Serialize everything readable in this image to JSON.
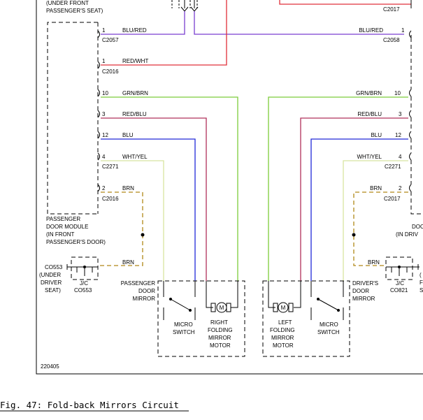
{
  "title_frag": [
    "(UNDER FRONT",
    "PASSENGER'S SEAT)"
  ],
  "left": {
    "connectors": {
      "c2057": "C2057",
      "c2016a": "C2016",
      "c2271": "C2271",
      "c2016b": "C2016"
    },
    "pins": [
      "1",
      "1",
      "10",
      "3",
      "12",
      "4",
      "2"
    ],
    "wires": [
      "BLU/RED",
      "RED/WHT",
      "GRN/BRN",
      "RED/BLU",
      "BLU",
      "WHT/YEL",
      "BRN"
    ],
    "module": [
      "PASSENGER",
      "DOOR MODULE",
      "(IN FRONT",
      "PASSENGER'S DOOR)"
    ],
    "ground": [
      "CO553",
      "(UNDER",
      "DRIVER",
      "SEAT)"
    ],
    "jc": [
      "J/C",
      "CO553"
    ],
    "brn_label": "BRN",
    "mirror": [
      "PASSENGER",
      "DOOR",
      "MIRROR"
    ],
    "switch": [
      "MICRO",
      "SWITCH"
    ],
    "motor": [
      "RIGHT",
      "FOLDING",
      "MIRROR",
      "MOTOR"
    ]
  },
  "right": {
    "top_connector": "C2017",
    "connectors": {
      "c2058": "C2058",
      "c2271": "C2271",
      "c2017": "C2017"
    },
    "pins": [
      "1",
      "10",
      "3",
      "12",
      "4",
      "2"
    ],
    "wires": [
      "BLU/RED",
      "GRN/BRN",
      "RED/BLU",
      "BLU",
      "WHT/YEL",
      "BRN"
    ],
    "module_frag": [
      "DOC",
      "(IN DRIV"
    ],
    "jc": [
      "J/C",
      "CO821"
    ],
    "brn_label": "BRN",
    "mirror": [
      "DRIVER'S",
      "DOOR",
      "MIRROR"
    ],
    "switch": [
      "MICRO",
      "SWITCH"
    ],
    "motor": [
      "LEFT",
      "FOLDING",
      "MIRROR",
      "MOTOR"
    ],
    "edge_frag": [
      "(",
      "F",
      "S"
    ]
  },
  "motor_symbol": "M",
  "figure_id": "220405",
  "caption": "Fig. 47: Fold-back Mirrors Circuit",
  "colors": {
    "blu_red": "#7a3fd0",
    "red_wht": "#e0303a",
    "grn_brn": "#7ccc3a",
    "red_blu": "#b0305a",
    "blu": "#2028d8",
    "wht_yel": "#d8e4a0",
    "brn": "#b08818"
  }
}
